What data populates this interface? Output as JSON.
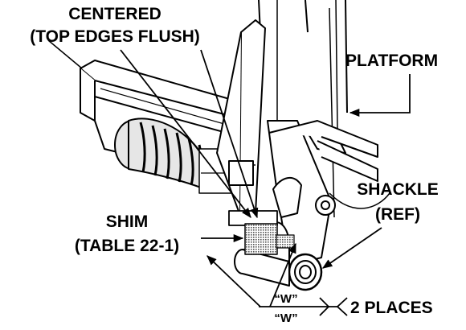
{
  "labels": {
    "centered_line1": "CENTERED",
    "centered_line2": "(TOP EDGES FLUSH)",
    "platform": "PLATFORM",
    "shackle_line1": "SHACKLE",
    "shackle_line2": "(REF)",
    "shim_line1": "SHIM",
    "shim_line2": "(TABLE 22-1)",
    "weld_w_top": "“W”",
    "weld_w_bottom": "“W”",
    "weld_places": "2 PLACES"
  },
  "colors": {
    "line": "#000000",
    "fill_light": "#ffffff",
    "fill_shade": "#d9d9d9",
    "shim_texture": "#555555"
  }
}
